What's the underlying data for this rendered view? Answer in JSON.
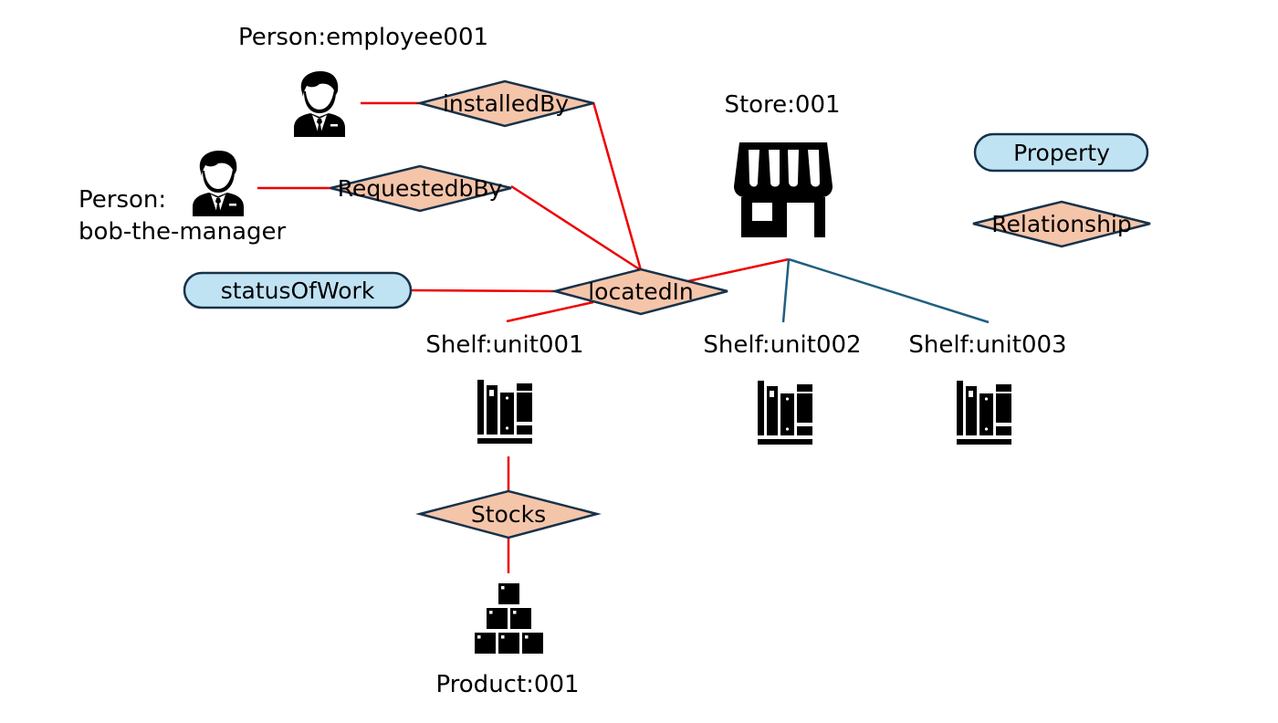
{
  "colors": {
    "relationship_fill": "#f5c5aa",
    "property_fill": "#c0e3f3",
    "shape_stroke": "#17324a",
    "relationship_edge": "#ee0000",
    "containment_edge": "#1f5f80"
  },
  "entities": {
    "employee": {
      "label": "Person:employee001",
      "icon": "person-suit-icon"
    },
    "manager": {
      "label_line1": "Person:",
      "label_line2": "bob-the-manager",
      "icon": "person-suit-icon"
    },
    "store": {
      "label": "Store:001",
      "icon": "storefront-icon"
    },
    "shelf1": {
      "label": "Shelf:unit001",
      "icon": "bookshelf-icon"
    },
    "shelf2": {
      "label": "Shelf:unit002",
      "icon": "bookshelf-icon"
    },
    "shelf3": {
      "label": "Shelf:unit003",
      "icon": "bookshelf-icon"
    },
    "product": {
      "label": "Product:001",
      "icon": "stacked-boxes-icon"
    }
  },
  "relationships": {
    "installed_by": "installedBy",
    "requested_by": "RequestedbBy",
    "located_in": "locatedIn",
    "stocks": "Stocks"
  },
  "properties": {
    "status_of_work": "statusOfWork"
  },
  "legend": {
    "property": "Property",
    "relationship": "Relationship"
  },
  "edges": [
    {
      "from": "Person:employee001",
      "to": "installedBy",
      "type": "relationship"
    },
    {
      "from": "installedBy",
      "to": "locatedIn",
      "type": "relationship"
    },
    {
      "from": "Person:bob-the-manager",
      "to": "RequestedbBy",
      "type": "relationship"
    },
    {
      "from": "RequestedbBy",
      "to": "locatedIn",
      "type": "relationship"
    },
    {
      "from": "statusOfWork",
      "to": "locatedIn",
      "type": "relationship"
    },
    {
      "from": "locatedIn",
      "to": "Shelf:unit001",
      "type": "relationship"
    },
    {
      "from": "locatedIn",
      "to": "Store:001",
      "type": "relationship"
    },
    {
      "from": "Store:001",
      "to": "Shelf:unit002",
      "type": "containment"
    },
    {
      "from": "Store:001",
      "to": "Shelf:unit003",
      "type": "containment"
    },
    {
      "from": "Shelf:unit001",
      "to": "Stocks",
      "type": "relationship"
    },
    {
      "from": "Stocks",
      "to": "Product:001",
      "type": "relationship"
    }
  ]
}
